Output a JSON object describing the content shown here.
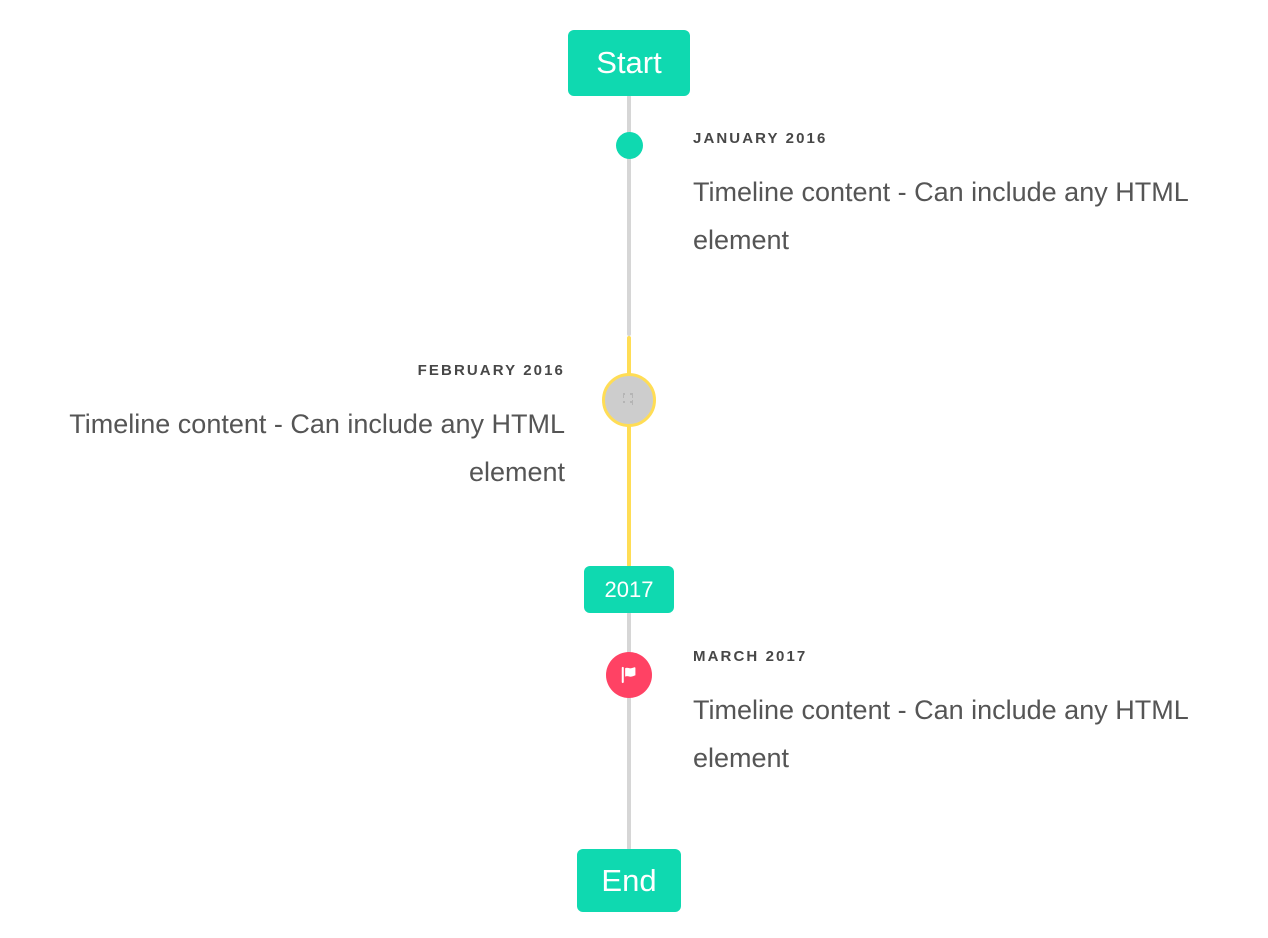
{
  "timeline": {
    "caps": {
      "start": {
        "label": "Start"
      },
      "middle": {
        "label": "2017"
      },
      "end": {
        "label": "End"
      }
    },
    "colors": {
      "accent_teal": "#0fd9b0",
      "accent_yellow": "#ffdd55",
      "accent_pink": "#ff4264",
      "line_gray": "#d6d6d6",
      "marker_gray": "#cdcdcd",
      "date_text": "#474747",
      "body_text": "#555555",
      "background": "#ffffff"
    },
    "entries": [
      {
        "date": "January 2016",
        "body": "Timeline content - Can include any HTML element",
        "side": "right",
        "marker": "dot"
      },
      {
        "date": "February 2016",
        "body": "Timeline content - Can include any HTML element",
        "side": "left",
        "marker": "image-placeholder"
      },
      {
        "date": "March 2017",
        "body": "Timeline content - Can include any HTML element",
        "side": "right",
        "marker": "flag"
      }
    ]
  }
}
